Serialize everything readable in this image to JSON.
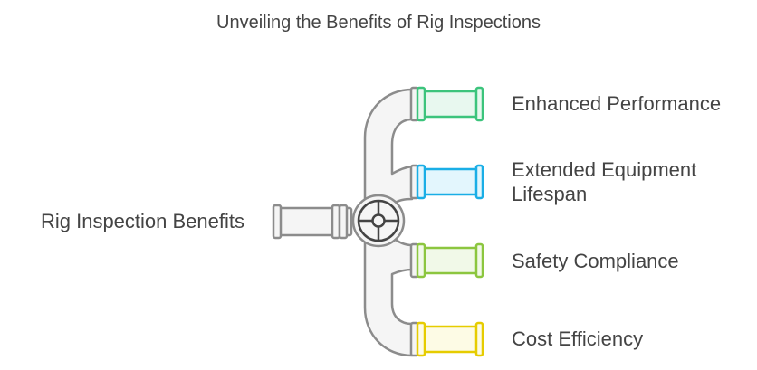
{
  "title": "Unveiling the Benefits of Rig Inspections",
  "source_label": "Rig Inspection Benefits",
  "branches": [
    {
      "label": "Enhanced Performance",
      "color": "#3cc47c",
      "fill": "#e8f8ef"
    },
    {
      "label": "Extended Equipment Lifespan",
      "color": "#1aaee6",
      "fill": "#e3f6fd"
    },
    {
      "label": "Safety Compliance",
      "color": "#8cc63f",
      "fill": "#f1f9e8"
    },
    {
      "label": "Cost Efficiency",
      "color": "#e6cc00",
      "fill": "#fdfbe5"
    }
  ],
  "pipe_color": "#8c8c8c",
  "pipe_fill": "#f5f5f5"
}
